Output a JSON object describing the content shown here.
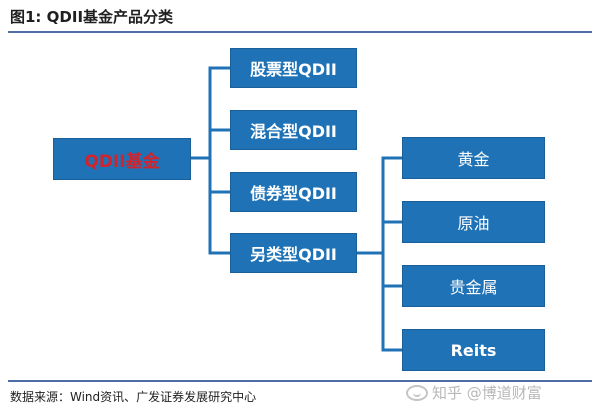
{
  "figure": {
    "title": "图1: QDII基金产品分类"
  },
  "diagram": {
    "root": "QDII基金",
    "categories": [
      "股票型QDII",
      "混合型QDII",
      "债券型QDII",
      "另类型QDII"
    ],
    "alternative_subtypes": [
      "黄金",
      "原油",
      "贵金属",
      "Reits"
    ]
  },
  "footer": {
    "source": "数据来源：Wind资讯、广发证券发展研究中心",
    "watermark": "知乎 @博道财富"
  },
  "colors": {
    "box_fill": "#1f72b5",
    "root_text": "#d4232b",
    "connector": "#1f72b5",
    "rule": "#4f6ea8"
  }
}
